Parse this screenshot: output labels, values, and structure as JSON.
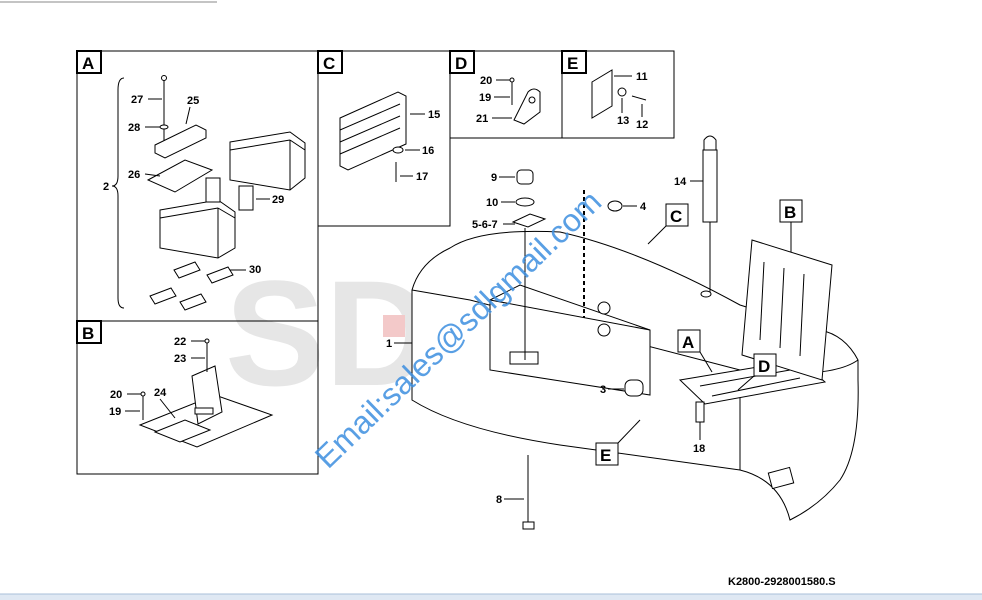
{
  "diagram": {
    "reference_code": "K2800-2928001580.S",
    "watermark_text": "Email:sales@sdlgmail.com",
    "background_logo": "SDLG",
    "accent_color": "#3d8fe0"
  },
  "panels": {
    "A": {
      "letter": "A",
      "labels": [
        "27",
        "25",
        "28",
        "26",
        "2",
        "29",
        "30"
      ]
    },
    "B": {
      "letter": "B",
      "labels": [
        "22",
        "23",
        "20",
        "24",
        "19"
      ]
    },
    "C": {
      "letter": "C",
      "labels": [
        "15",
        "16",
        "17"
      ]
    },
    "D": {
      "letter": "D",
      "labels": [
        "20",
        "19",
        "21"
      ]
    },
    "E": {
      "letter": "E",
      "labels": [
        "11",
        "13",
        "12"
      ]
    }
  },
  "main_view": {
    "callout_letters": [
      "C",
      "B",
      "A",
      "D",
      "E"
    ],
    "labels": [
      "9",
      "10",
      "5-6-7",
      "4",
      "14",
      "1",
      "3",
      "8",
      "18"
    ]
  }
}
